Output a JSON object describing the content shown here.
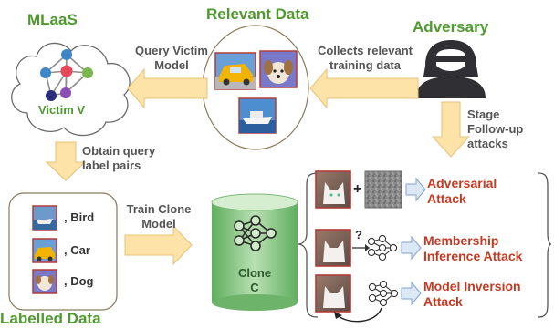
{
  "titles": {
    "mlaas": "MLaaS",
    "relevant_data": "Relevant Data",
    "adversary": "Adversary",
    "labelled_data": "Labelled Data"
  },
  "victim": {
    "label": "Victim V"
  },
  "clone": {
    "line1": "Clone",
    "line2": "C"
  },
  "arrows": {
    "query_victim": [
      "Query Victim",
      "Model"
    ],
    "collects": [
      "Collects relevant",
      "training data"
    ],
    "obtain_pairs": [
      "Obtain query",
      "label pairs"
    ],
    "train_clone": [
      "Train Clone",
      "Model"
    ],
    "stage": [
      "Stage",
      "Follow-up",
      "attacks"
    ]
  },
  "labelled_items": [
    ", Bird",
    ", Car",
    ", Dog"
  ],
  "attacks": {
    "adversarial": [
      "Adversarial",
      "Attack"
    ],
    "membership": [
      "Membership",
      "Inference Attack"
    ],
    "inversion": [
      "Model Inversion",
      "Attack"
    ]
  },
  "symbols": {
    "plus": "+",
    "question": "?"
  },
  "colors": {
    "title_green": "#4e9a2e",
    "attack_red": "#c43b23",
    "arrow_fill": "#fde3a7",
    "arrow_stroke": "#e9c277",
    "clone_green": "#8fc98b",
    "blue_arrow": "#dce8f6"
  }
}
